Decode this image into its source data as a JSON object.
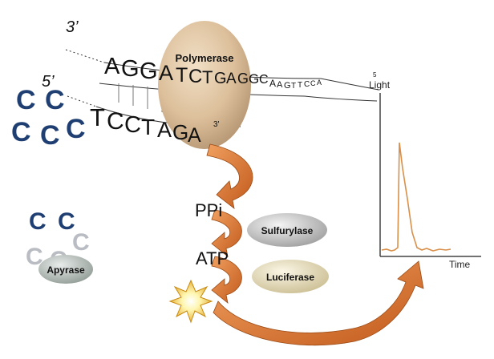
{
  "strand_labels": {
    "three_prime_top": "3’",
    "five_prime": "5’",
    "three_prime_inner": "3'",
    "five_prime_end": "5"
  },
  "template_strand": {
    "big_letters": [
      "A",
      "G",
      "G",
      "A",
      "T",
      "C",
      "T"
    ],
    "mid_letters": [
      "G",
      "A",
      "G",
      "G",
      "C"
    ],
    "small_letters": [
      "A",
      "A",
      "G",
      "T",
      "T",
      "C",
      "C",
      "A"
    ]
  },
  "synth_strand": [
    "T",
    "C",
    "C",
    "T",
    "A",
    "G",
    "A"
  ],
  "floating_nucleotides": [
    "C",
    "C",
    "C",
    "C",
    "C"
  ],
  "apyrase_nucleotides": [
    "C",
    "C"
  ],
  "faded_nucleotides": [
    "C",
    "C",
    "C"
  ],
  "enzymes": {
    "polymerase": "Polymerase",
    "sulfurylase": "Sulfurylase",
    "luciferase": "Luciferase",
    "apyrase": "Apyrase"
  },
  "molecules": {
    "ppi": "PPi",
    "atp": "ATP"
  },
  "plot": {
    "y_label": "Light",
    "x_label": "Time"
  },
  "colors": {
    "nucleotide": "#1f3f73",
    "faded_nucleotide": "#b9bcc2",
    "polymerase": "#dcbf9a",
    "arrow": "#d8722e",
    "signal": "#d8904a",
    "text": "#111111"
  },
  "icons": {
    "light_flash": "star-burst-icon"
  }
}
